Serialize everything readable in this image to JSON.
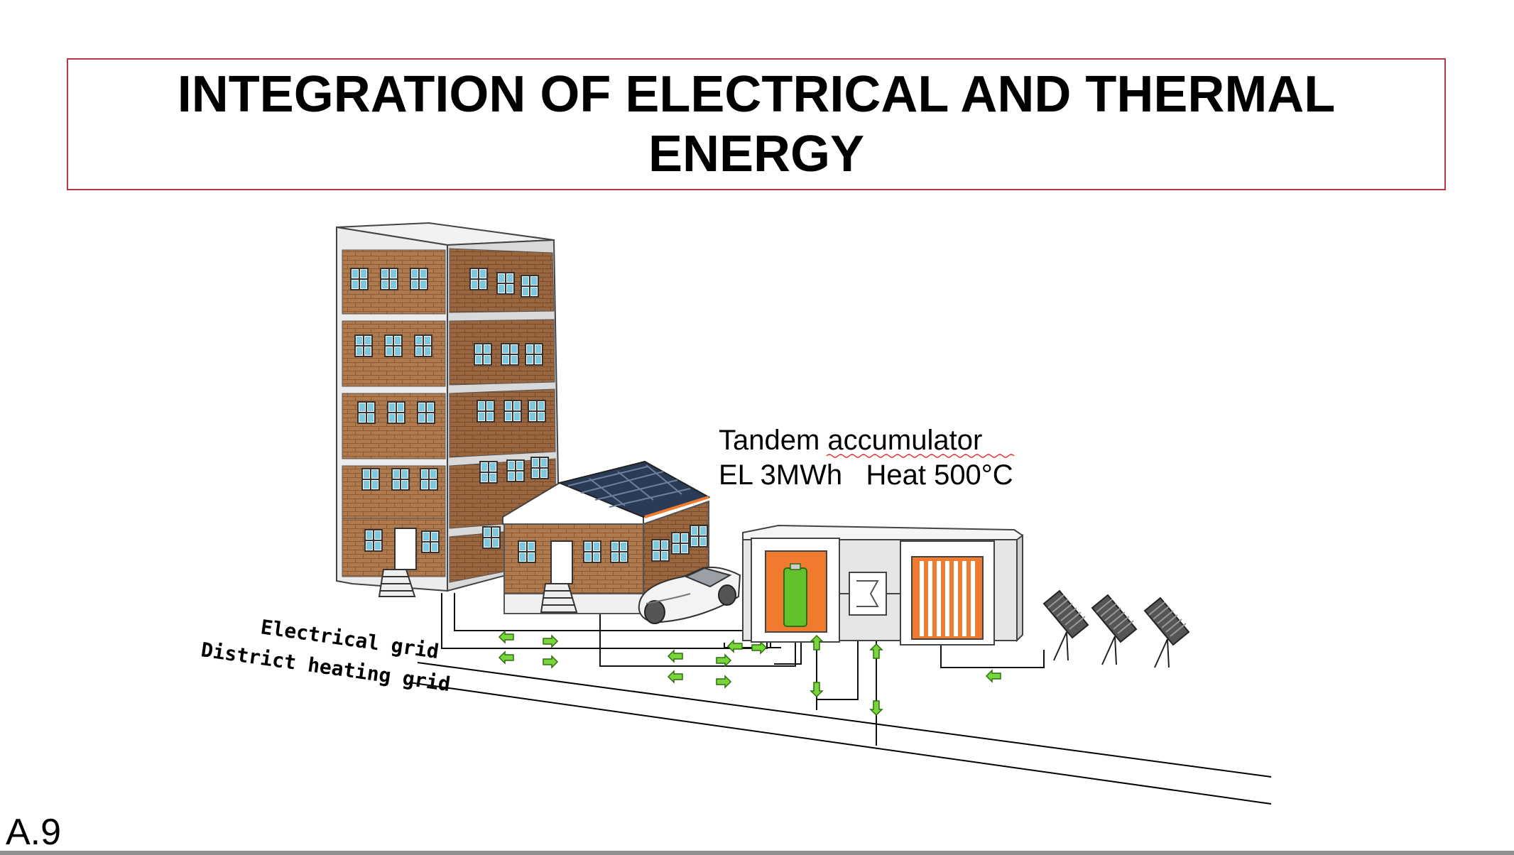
{
  "title": "INTEGRATION OF ELECTRICAL AND THERMAL ENERGY",
  "accumulator": {
    "line1": "Tandem accumulator",
    "line2": "EL 3MWh   Heat 500°C"
  },
  "grids": {
    "electrical": "Electrical grid",
    "district_heating": "District heating grid"
  },
  "page_id": "A.9",
  "colors": {
    "frame": "#b5374a",
    "brick": "#b07a4f",
    "arrow": "#78d63a",
    "battery": "#62c22e",
    "hot": "#f07a2e"
  }
}
